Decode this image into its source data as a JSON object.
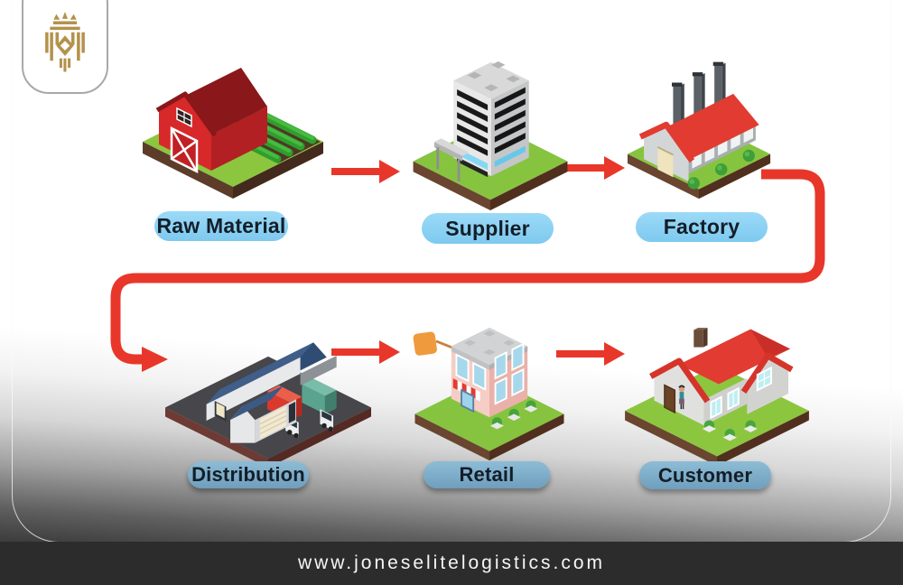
{
  "brand": {
    "logo_alt": "Jones Elite Logistics gold crest",
    "website": "www.joneselitelogistics.com"
  },
  "diagram": {
    "stages": [
      {
        "id": "raw-material",
        "label": "Raw Material",
        "row": 1
      },
      {
        "id": "supplier",
        "label": "Supplier",
        "row": 1
      },
      {
        "id": "factory",
        "label": "Factory",
        "row": 1
      },
      {
        "id": "distribution",
        "label": "Distribution",
        "row": 2
      },
      {
        "id": "retail",
        "label": "Retail",
        "row": 2
      },
      {
        "id": "customer",
        "label": "Customer",
        "row": 2
      }
    ],
    "flow_order": [
      "Raw Material",
      "Supplier",
      "Factory",
      "Distribution",
      "Retail",
      "Customer"
    ]
  },
  "colors": {
    "arrow_red": "#e8372a",
    "pill_top_blue": "#85cdf2",
    "pill_bottom_blue": "#7fb2cf",
    "label_text": "#141e28",
    "footer_background": "#2c2c2c",
    "footer_text": "#f5f5f5",
    "logo_gold": "#b3924a"
  }
}
